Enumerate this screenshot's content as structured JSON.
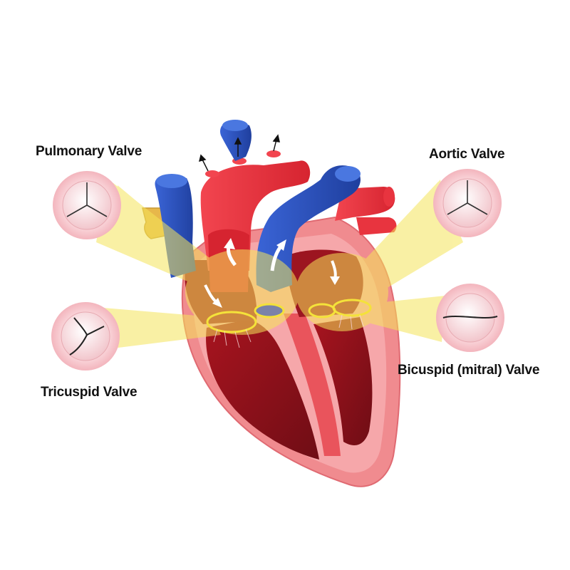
{
  "labels": {
    "pulmonary": "Pulmonary Valve",
    "aortic": "Aortic Valve",
    "tricuspid": "Tricuspid Valve",
    "bicuspid": "Bicuspid (mitral) Valve"
  },
  "colors": {
    "background": "#ffffff",
    "oxygenated": "#e8343f",
    "deoxygenated": "#2a54c4",
    "muscle_dark": "#8c121c",
    "wall_pink": "#f08b8f",
    "valve_highlight": "#f5e55a",
    "valve_ring": "#f4e23a",
    "inset_pink": "#f6c7cc",
    "fat_yellow": "#e7b74a"
  }
}
